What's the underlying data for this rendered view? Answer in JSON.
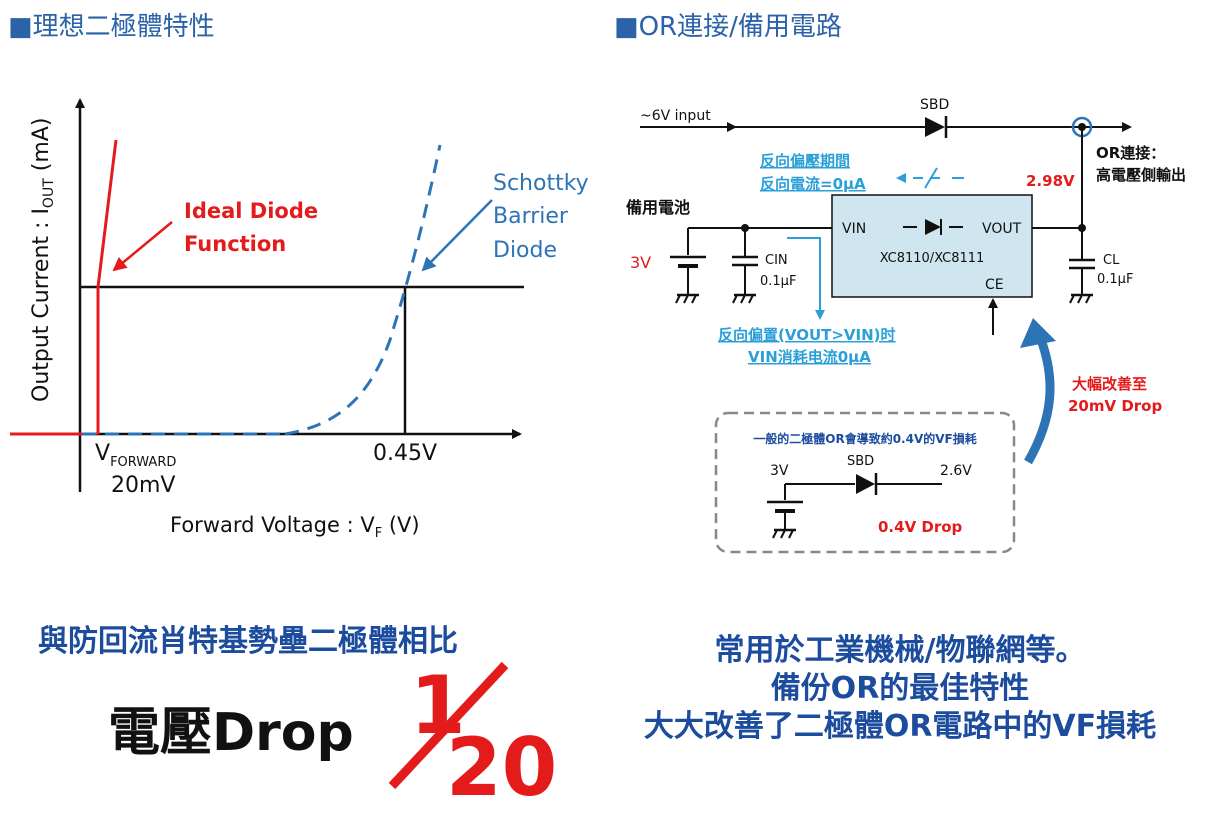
{
  "left_heading": "■理想二極體特性",
  "right_heading": "■OR連接/備用電路",
  "graph": {
    "y_axis_label_main": "Output Current : I",
    "y_axis_label_sub": "OUT",
    "y_axis_label_unit": " (mA)",
    "x_axis_label_main": "Forward Voltage : V",
    "x_axis_label_sub": "F",
    "x_axis_label_unit": " (V)",
    "vforward_main": "V",
    "vforward_sub": "FORWARD",
    "vforward_value": "20mV",
    "x_tick_045": "0.45V",
    "ideal_label_line1": "Ideal Diode",
    "ideal_label_line2": "Function",
    "schottky_line1": "Schottky",
    "schottky_line2": "Barrier",
    "schottky_line3": "Diode"
  },
  "circuit": {
    "input_label": "~6V input",
    "sbd_label": "SBD",
    "reverse_bias_line1": "反向偏壓期間",
    "reverse_bias_line2": "反向電流=0μA",
    "output_voltage": "2.98V",
    "or_connect_line1": "OR連接：",
    "or_connect_line2": "高電壓側輸出",
    "battery_label": "備用電池",
    "battery_voltage": "3V",
    "cin_label": "CIN",
    "cin_value": "0.1μF",
    "cl_label": "CL",
    "cl_value": "0.1μF",
    "vin_pin": "VIN",
    "vout_pin": "VOUT",
    "ce_pin": "CE",
    "ic_name": "XC8110/XC8111",
    "reverse_note_line1": "反向偏置(VOUT>VIN)时",
    "reverse_note_line2": "VIN消耗电流0μA",
    "improve_line1": "大幅改善至",
    "improve_line2": "20mV Drop",
    "box_title": "一般的二極體OR會導致約0.4V的VF損耗",
    "box_3v": "3V",
    "box_sbd": "SBD",
    "box_26v": "2.6V",
    "box_drop": "0.4V Drop"
  },
  "bottom": {
    "compare_text": "與防回流肖特基勢壘二極體相比",
    "drop_text": "電壓Drop",
    "fraction_numerator": "1",
    "fraction_denominator": "20",
    "summary_line1": "常用於工業機械/物聯網等。",
    "summary_line2": "備份OR的最佳特性",
    "summary_line3": "大大改善了二極體OR電路中的VF損耗"
  },
  "colors": {
    "heading_blue": "#2b62a8",
    "accent_red": "#e41b1b",
    "schottky_blue": "#2d74b7",
    "annotation_blue": "#2a9fd8",
    "ic_fill": "#cfe6f0",
    "summary_blue": "#1c4c9e"
  }
}
